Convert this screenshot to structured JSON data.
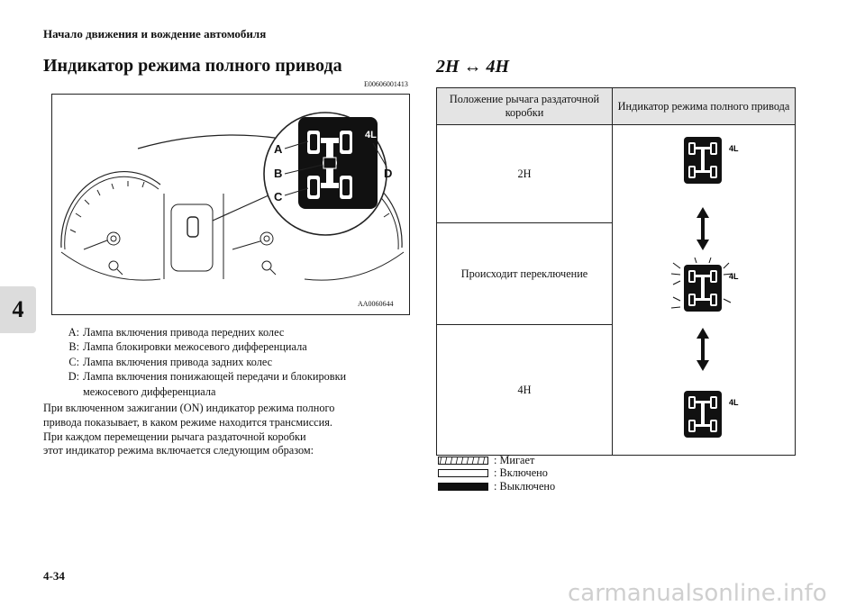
{
  "header": {
    "section": "Начало движения и вождение автомобиля"
  },
  "left": {
    "title": "Индикатор режима полного привода",
    "code": "E00606001413",
    "figure": {
      "caption": "AA0060644",
      "labels": {
        "a": "A",
        "b": "B",
        "c": "C",
        "d": "D",
        "mode": "4L"
      }
    },
    "legend": [
      {
        "key": "A:",
        "text": "Лампа включения привода передних колес"
      },
      {
        "key": "B:",
        "text": "Лампа блокировки межосевого дифференциала"
      },
      {
        "key": "C:",
        "text": "Лампа включения привода задних колес"
      },
      {
        "key": "D:",
        "text": "Лампа включения понижающей передачи и блокировки межосевого дифференциала"
      }
    ],
    "paragraph": [
      "При включенном зажигании (ON) индикатор режима полного",
      "привода показывает, в каком режиме находится трансмиссия.",
      "При каждом перемещении рычага раздаточной коробки",
      "этот индикатор режима включается следующим образом:"
    ]
  },
  "right": {
    "title": "2H ↔ 4H",
    "table": {
      "col1_header": "Положение рычага раздаточной коробки",
      "col2_header": "Индикатор режима полного привода",
      "rows": [
        "2H",
        "Происходит переключение",
        "4H"
      ],
      "icon_label": "4L"
    },
    "key": [
      {
        "style": "blink",
        "text": ": Мигает"
      },
      {
        "style": "on",
        "text": ": Включено"
      },
      {
        "style": "off",
        "text": ": Выключено"
      }
    ]
  },
  "chapter_tab": "4",
  "page_number": "4-34",
  "watermark": "carmanualsonline.info"
}
